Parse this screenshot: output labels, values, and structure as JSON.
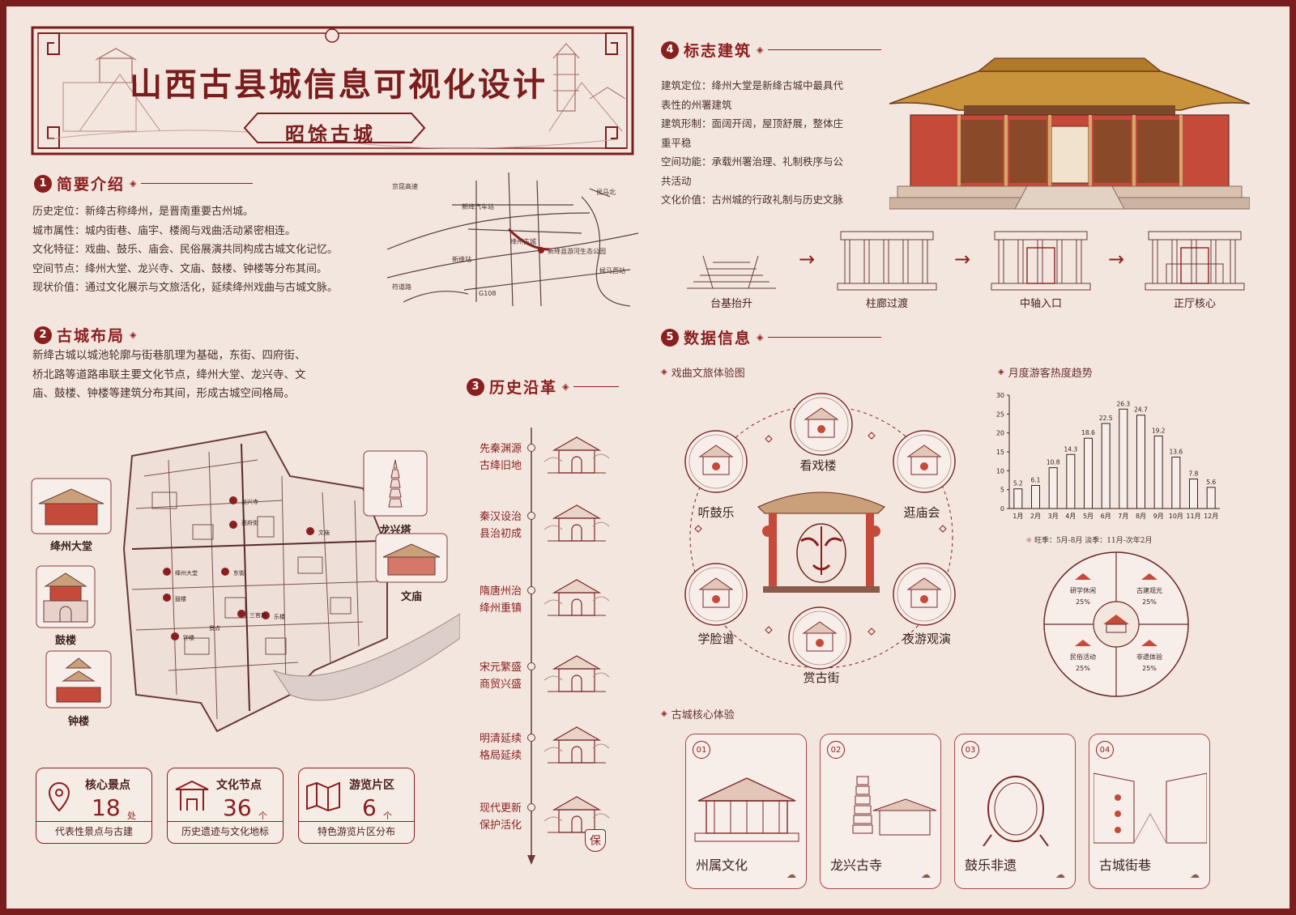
{
  "header": {
    "title": "山西古县城信息可视化设计",
    "subtitle": "昭馀古城"
  },
  "intro": {
    "num": "1",
    "title": "简要介绍",
    "lines": [
      "历史定位：新绛古称绛州，是晋南重要古州城。",
      "城市属性：城内街巷、庙宇、楼阁与戏曲活动紧密相连。",
      "文化特征：戏曲、鼓乐、庙会、民俗展演共同构成古城文化记忆。",
      "空间节点：绛州大堂、龙兴寺、文庙、鼓楼、钟楼等分布其间。",
      "现状价值：通过文化展示与文旅活化，延续绛州戏曲与古城文脉。"
    ],
    "map_labels": [
      "京昆高速",
      "新绛汽车站",
      "绛州古城",
      "新绛站",
      "新绛县游河生态公园",
      "候马西站",
      "G108",
      "侯马北",
      "符道路"
    ]
  },
  "layout": {
    "num": "2",
    "title": "古城布局",
    "lines": [
      "新绛古城以城池轮廓与街巷肌理为基础，东街、四府街、",
      "桥北路等道路串联主要文化节点，绛州大堂、龙兴寺、文",
      "庙、鼓楼、钟楼等建筑分布其间，形成古城空间格局。"
    ],
    "map_places": [
      "龙兴寺",
      "文庙",
      "西府街",
      "东街",
      "绛州大堂",
      "鼓楼",
      "三官庙",
      "乐楼",
      "钟楼",
      "景点"
    ],
    "landmarks": {
      "dt": "绛州大堂",
      "lxt": "龙兴塔",
      "wm": "文庙",
      "gl": "鼓楼",
      "zl": "钟楼"
    },
    "stats": [
      {
        "label": "核心景点",
        "num": "18",
        "unit": "处",
        "desc": "代表性景点与古建"
      },
      {
        "label": "文化节点",
        "num": "36",
        "unit": "个",
        "desc": "历史遗迹与文化地标"
      },
      {
        "label": "游览片区",
        "num": "6",
        "unit": "个",
        "desc": "特色游览片区分布"
      }
    ]
  },
  "history": {
    "num": "3",
    "title": "历史沿革",
    "items": [
      {
        "l1": "先秦渊源",
        "l2": "古绛旧地"
      },
      {
        "l1": "秦汉设治",
        "l2": "县治初成"
      },
      {
        "l1": "隋唐州治",
        "l2": "绛州重镇"
      },
      {
        "l1": "宋元繁盛",
        "l2": "商贸兴盛"
      },
      {
        "l1": "明清延续",
        "l2": "格局延续"
      },
      {
        "l1": "现代更新",
        "l2": "保护活化"
      }
    ],
    "sign_text": "保"
  },
  "landmark": {
    "num": "4",
    "title": "标志建筑",
    "lines": [
      "建筑定位：绛州大堂是新绛古城中最具代",
      "表性的州署建筑",
      "建筑形制：面阔开阔，屋顶舒展，整体庄",
      "重平稳",
      "空间功能：承载州署治理、礼制秩序与公",
      "共活动",
      "文化价值：古州城的行政礼制与历史文脉"
    ],
    "flow": [
      "台基抬升",
      "柱廊过渡",
      "中轴入口",
      "正厅核心"
    ],
    "arrow": "→"
  },
  "data_info": {
    "num": "5",
    "title": "数据信息",
    "opera_title": "戏曲文旅体验图",
    "opera_items": [
      "看戏楼",
      "逛庙会",
      "夜游观演",
      "赏古街",
      "学脸谱",
      "听鼓乐"
    ],
    "trend_title": "月度游客热度趋势",
    "peak_note": "旺季：5月-8月   淡季：11月-次年2月",
    "pie": [
      {
        "label": "古建观光",
        "pct": "25%",
        "value": 25
      },
      {
        "label": "非遗体验",
        "pct": "25%",
        "value": 25
      },
      {
        "label": "民俗活动",
        "pct": "25%",
        "value": 25
      },
      {
        "label": "研学休闲",
        "pct": "25%",
        "value": 25
      }
    ],
    "core_title": "古城核心体验",
    "cards": [
      {
        "num": "01",
        "label": "州属文化"
      },
      {
        "num": "02",
        "label": "龙兴古寺"
      },
      {
        "num": "03",
        "label": "鼓乐非遗"
      },
      {
        "num": "04",
        "label": "古城街巷"
      }
    ]
  },
  "colors": {
    "accent": "#8a1f1f",
    "paper": "#f3e6df",
    "frame": "#7a1d1d"
  },
  "chart_data": {
    "type": "bar",
    "categories": [
      "1月",
      "2月",
      "3月",
      "4月",
      "5月",
      "6月",
      "7月",
      "8月",
      "9月",
      "10月",
      "11月",
      "12月"
    ],
    "values": [
      5.2,
      6.1,
      10.8,
      14.3,
      18.6,
      22.5,
      26.3,
      24.7,
      19.2,
      13.6,
      7.8,
      5.6
    ],
    "title": "月度游客热度趋势",
    "xlabel": "",
    "ylabel": "",
    "ylim": [
      0,
      30
    ],
    "yticks": [
      0,
      5,
      10,
      15,
      20,
      25,
      30
    ],
    "grid": false,
    "legend": "none"
  }
}
